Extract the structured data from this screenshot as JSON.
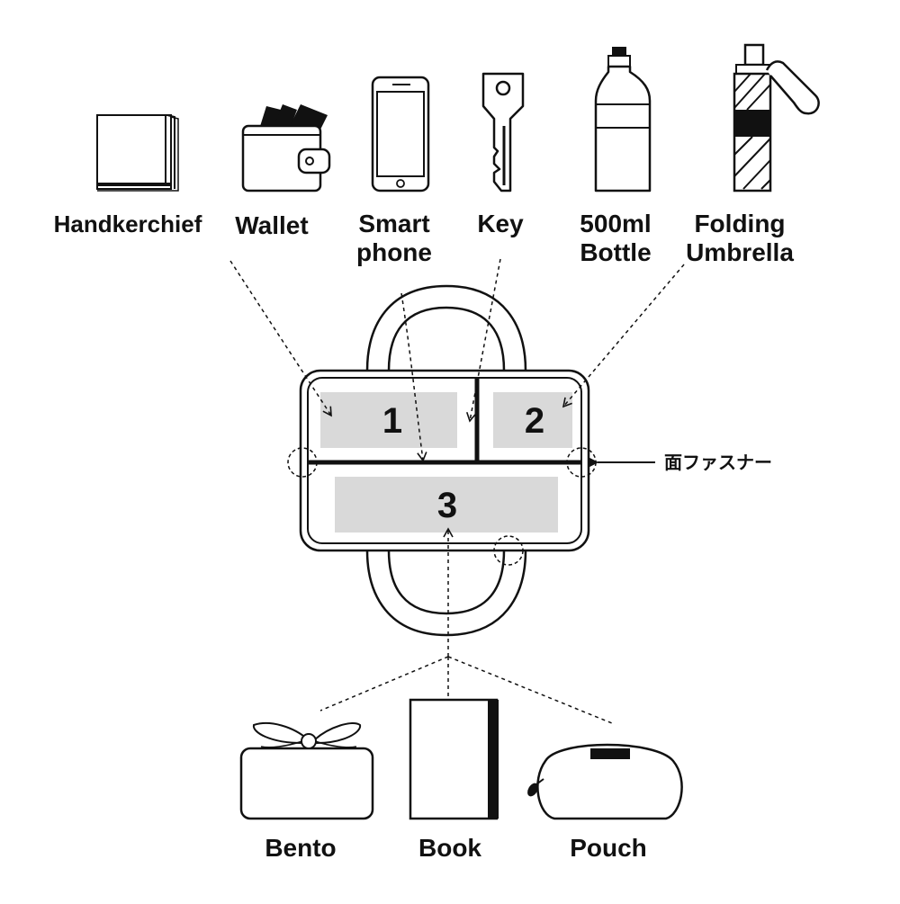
{
  "items_top": {
    "handkerchief": "Handkerchief",
    "wallet": "Wallet",
    "smartphone_line1": "Smart",
    "smartphone_line2": "phone",
    "key": "Key",
    "bottle_line1": "500ml",
    "bottle_line2": "Bottle",
    "umbrella_line1": "Folding",
    "umbrella_line2": "Umbrella"
  },
  "compartments": {
    "one": "1",
    "two": "2",
    "three": "3"
  },
  "fastener_label": "面ファスナー",
  "items_bottom": {
    "bento": "Bento",
    "book": "Book",
    "pouch": "Pouch"
  }
}
